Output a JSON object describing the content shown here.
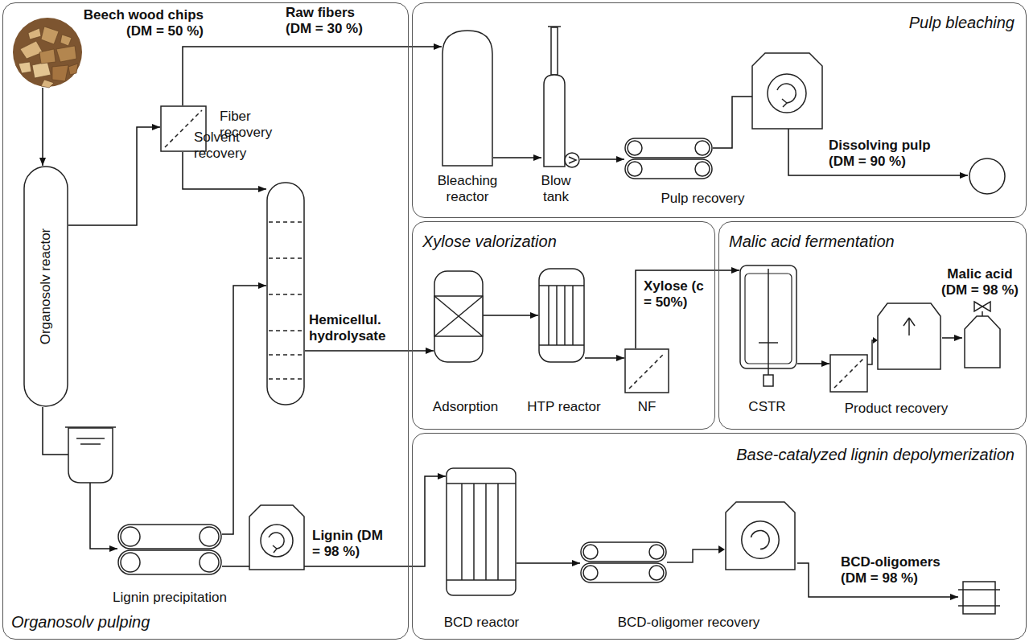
{
  "diagram": {
    "nodes": [
      {
        "text": [
          "Organosolv pulping"
        ]
      },
      {
        "text": [
          "Beech wood chips (DM = 50 %)"
        ],
        "in": 0
      },
      {
        "text": [
          "Organosolv reactor"
        ],
        "in": 0
      },
      {
        "text": [
          "Fiber recovery"
        ],
        "in": 0
      },
      {
        "text": [
          "Solvent recovery"
        ],
        "in": 0
      },
      {
        "text": [
          "Lignin precipitation"
        ],
        "in": 0
      },
      {
        "text": [
          "Pulp bleaching"
        ]
      },
      {
        "text": [
          "Bleaching reactor"
        ],
        "in": 6
      },
      {
        "text": [
          "Blow tank"
        ],
        "in": 6
      },
      {
        "text": [
          "Pulp recovery"
        ],
        "in": 6
      },
      {
        "text": [
          "Dissolving pulp (DM = 90 %)"
        ],
        "in": 6
      },
      {
        "text": [
          "Xylose valorization"
        ]
      },
      {
        "text": [
          "Adsorption"
        ],
        "in": 11
      },
      {
        "text": [
          "HTP reactor"
        ],
        "in": 11
      },
      {
        "text": [
          "NF"
        ],
        "in": 11
      },
      {
        "text": [
          "Malic acid fermentation"
        ]
      },
      {
        "text": [
          "CSTR"
        ],
        "in": 15
      },
      {
        "text": [
          "Product recovery"
        ],
        "in": 15
      },
      {
        "text": [
          "Malic acid (DM = 98 %)"
        ],
        "in": 15
      },
      {
        "text": [
          "Base-catalyzed lignin depolymerization"
        ]
      },
      {
        "text": [
          "BCD reactor"
        ],
        "in": 19
      },
      {
        "text": [
          "BCD-oligomer recovery"
        ],
        "in": 19
      },
      {
        "text": [
          "BCD-oligomers (DM = 98 %)"
        ],
        "in": 19
      }
    ],
    "edges": [
      {
        "from": 1,
        "to": 2,
        "arrow": "to"
      },
      {
        "from": 2,
        "to": 3,
        "arrow": "to"
      },
      {
        "from": 3,
        "to": 7,
        "arrow": "to",
        "label": "Raw fibers (DM = 30 %)"
      },
      {
        "from": 3,
        "to": 4,
        "arrow": "to"
      },
      {
        "from": 2,
        "to": 5,
        "arrow": "to"
      },
      {
        "from": 5,
        "to": 4,
        "arrow": "to"
      },
      {
        "from": 5,
        "to": 20,
        "arrow": "to",
        "label": "Lignin (DM = 98 %)"
      },
      {
        "from": 4,
        "to": 12,
        "arrow": "to",
        "label": "Hemicellul. hydrolysate"
      },
      {
        "from": 12,
        "to": 13,
        "arrow": "to"
      },
      {
        "from": 13,
        "to": 14,
        "arrow": "to"
      },
      {
        "from": 14,
        "to": 16,
        "arrow": "to",
        "label": "Xylose (c = 50%)"
      },
      {
        "from": 16,
        "to": 17,
        "arrow": "to"
      },
      {
        "from": 17,
        "to": 18,
        "arrow": "to"
      },
      {
        "from": 7,
        "to": 8,
        "arrow": "to"
      },
      {
        "from": 8,
        "to": 9,
        "arrow": "to"
      },
      {
        "from": 9,
        "to": 10,
        "arrow": "to"
      },
      {
        "from": 20,
        "to": 21,
        "arrow": "to"
      },
      {
        "from": 21,
        "to": 22,
        "arrow": "to"
      }
    ]
  }
}
